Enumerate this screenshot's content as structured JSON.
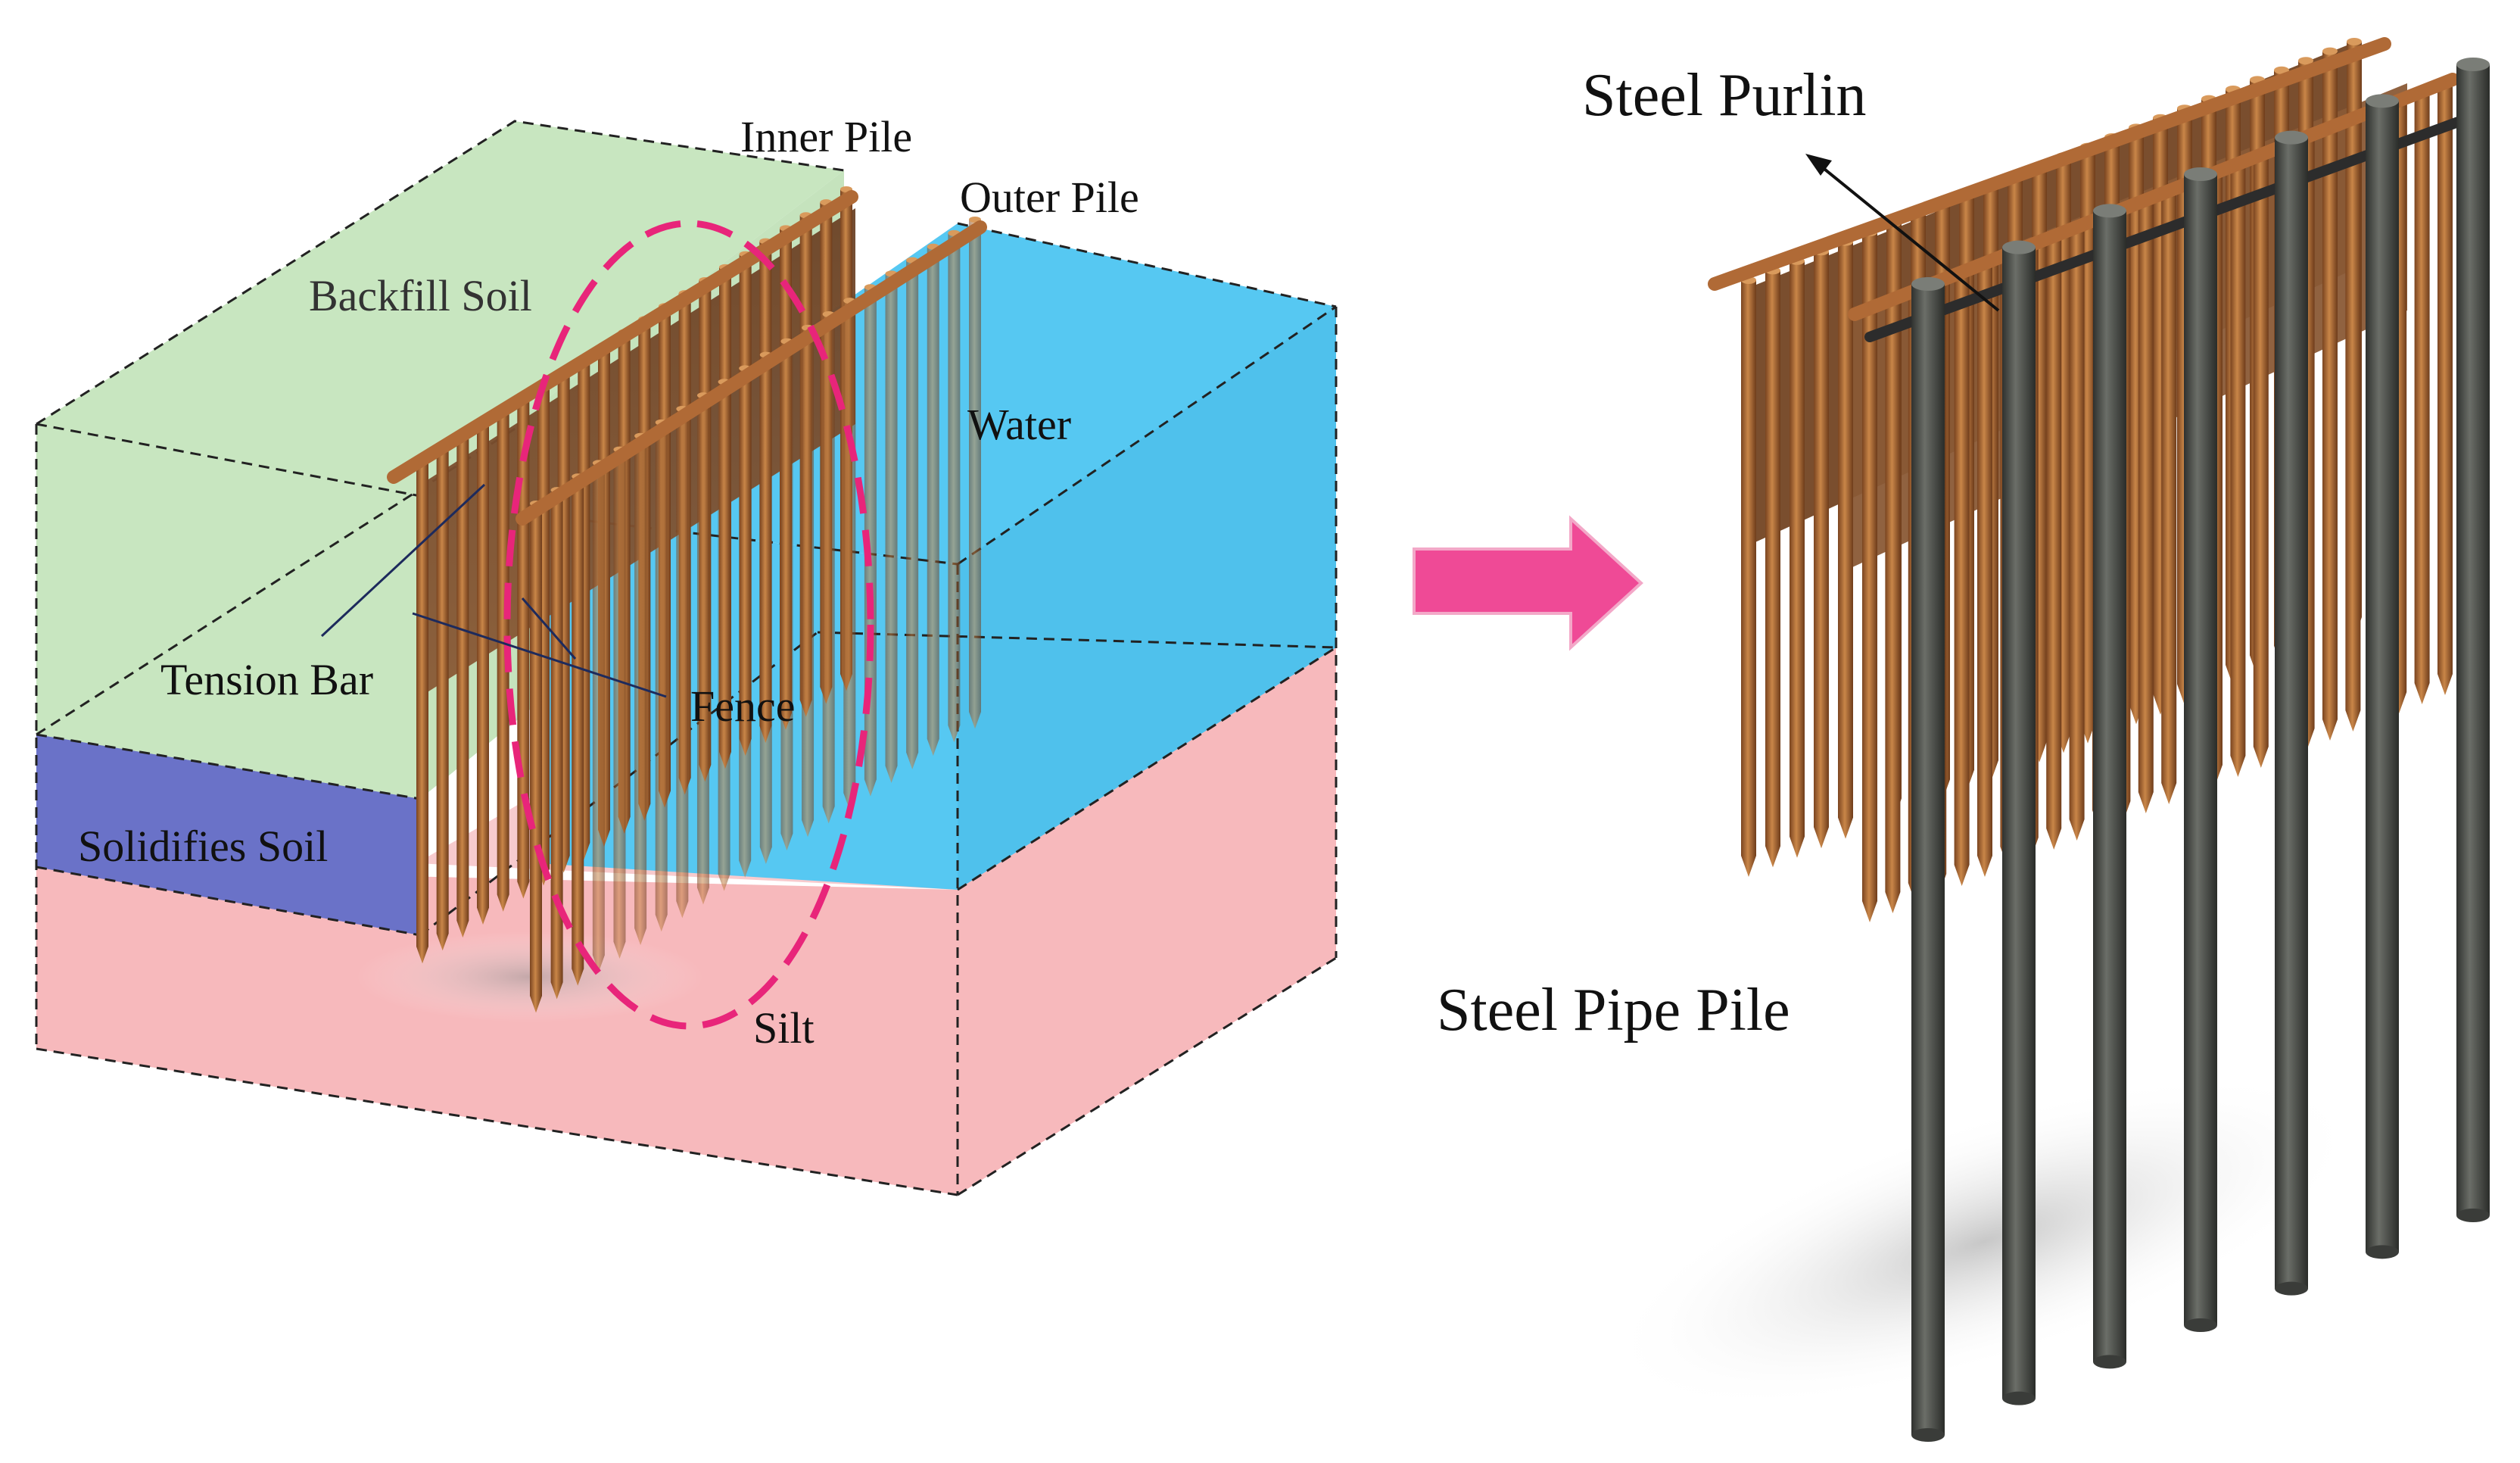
{
  "left_diagram": {
    "labels": {
      "inner_pile": "Inner Pile",
      "outer_pile": "Outer Pile",
      "backfill_soil": "Backfill Soil",
      "water": "Water",
      "tension_bar": "Tension Bar",
      "fence": "Fence",
      "solidifies_soil": "Solidifies Soil",
      "silt": "Silt"
    }
  },
  "right_diagram": {
    "labels": {
      "steel_purlin": "Steel Purlin",
      "steel_pipe_pile": "Steel Pipe Pile"
    }
  },
  "colors": {
    "backfill_soil": "#c8e6c0",
    "water": "#56c8f2",
    "solidified_soil": "#6a72c8",
    "silt": "#f7b9bc",
    "highlight_ellipse": "#e8257a",
    "arrow": "#ef4a96",
    "timber": "#b06a36",
    "fence": "#7a4e2e",
    "steel_pipe": "#4f524d"
  }
}
